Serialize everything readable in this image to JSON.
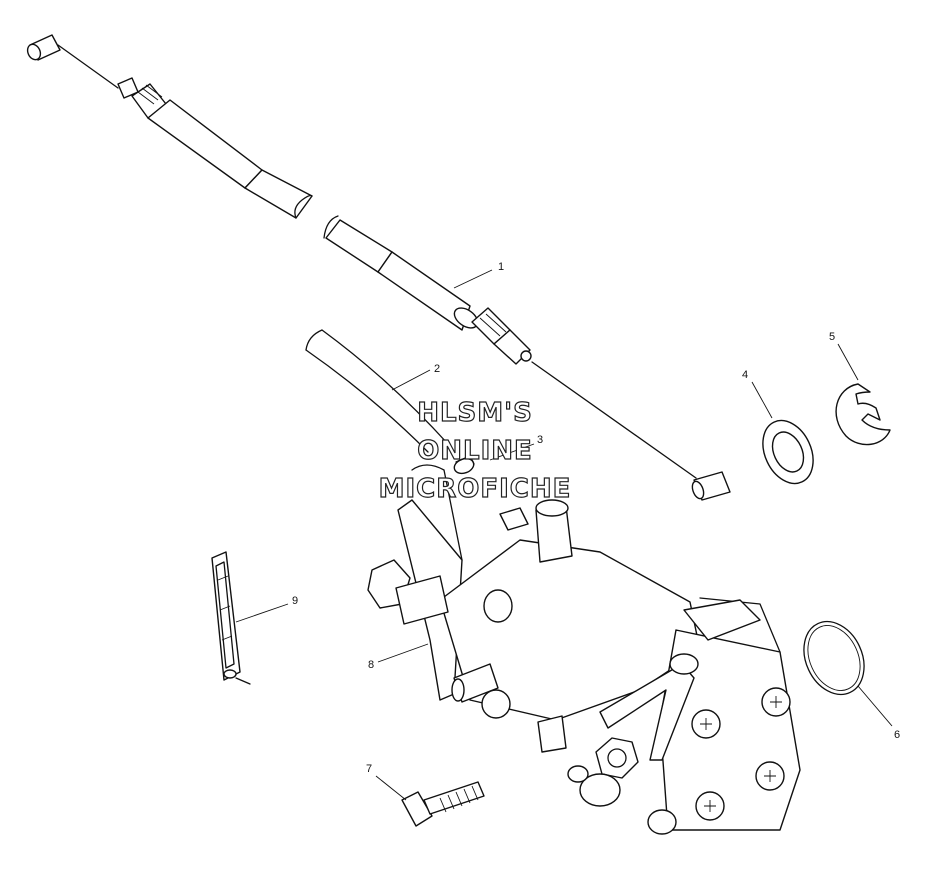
{
  "callouts": [
    {
      "id": "c1",
      "label": "1"
    },
    {
      "id": "c2",
      "label": "2"
    },
    {
      "id": "c3",
      "label": "3"
    },
    {
      "id": "c4",
      "label": "4"
    },
    {
      "id": "c5",
      "label": "5"
    },
    {
      "id": "c6",
      "label": "6"
    },
    {
      "id": "c7",
      "label": "7"
    },
    {
      "id": "c8",
      "label": "8"
    },
    {
      "id": "c9",
      "label": "9"
    }
  ],
  "watermark": {
    "line1": "HLSM'S",
    "line2": "ONLINE",
    "line3": "MICROFICHE"
  }
}
